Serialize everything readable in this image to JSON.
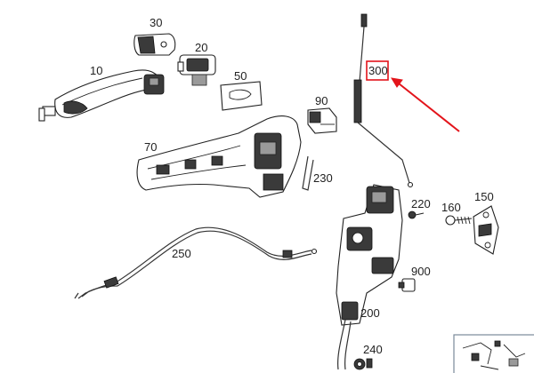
{
  "labels": {
    "p10": "10",
    "p20": "20",
    "p30": "30",
    "p50": "50",
    "p70": "70",
    "p90": "90",
    "p150": "150",
    "p160": "160",
    "p200": "200",
    "p220": "220",
    "p230": "230",
    "p240": "240",
    "p250": "250",
    "p300": "300",
    "p900": "900"
  },
  "highlight": {
    "part": "300",
    "box_color": "#e3141b",
    "arrow_color": "#e3141b"
  },
  "colors": {
    "line": "#222222",
    "dark_fill": "#3a3a3a",
    "background": "#ffffff"
  }
}
